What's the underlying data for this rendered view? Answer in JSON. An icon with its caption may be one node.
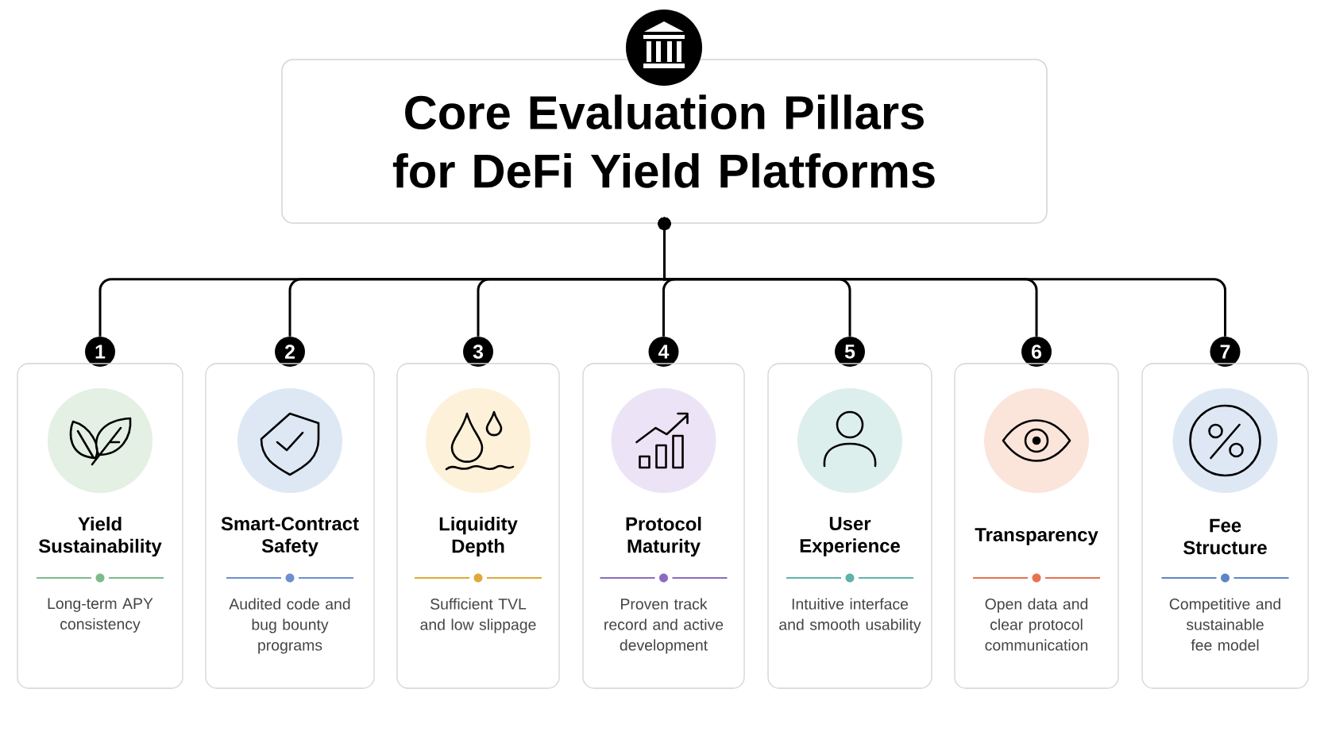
{
  "diagram": {
    "nodes": [
      {
        "text": [
          "Core Evaluation Pillars for DeFi Yield Platforms"
        ]
      },
      {
        "text": [
          "1"
        ]
      },
      {
        "text": [
          "Yield Sustainability",
          "Long-term APY consistency"
        ]
      },
      {
        "text": [
          "2"
        ]
      },
      {
        "text": [
          "Smart-Contract Safety",
          "Audited code and bug bounty programs"
        ]
      },
      {
        "text": [
          "3"
        ]
      },
      {
        "text": [
          "Liquidity Depth",
          "Sufficient TVL and low slippage"
        ]
      },
      {
        "text": [
          "4"
        ]
      },
      {
        "text": [
          "Protocol Maturity",
          "Proven track record and active development"
        ]
      },
      {
        "text": [
          "5"
        ]
      },
      {
        "text": [
          "User Experience",
          "Intuitive interface and smooth usability"
        ]
      },
      {
        "text": [
          "6"
        ]
      },
      {
        "text": [
          "Transparency",
          "Open data and clear protocol communication"
        ]
      },
      {
        "text": [
          "7"
        ]
      },
      {
        "text": [
          "Fee Structure",
          "Competitive and sustainable fee model"
        ]
      }
    ],
    "edges": [
      {
        "from": 0,
        "to": 1,
        "arrow": "other"
      },
      {
        "from": 0,
        "to": 3,
        "arrow": "other"
      },
      {
        "from": 0,
        "to": 5,
        "arrow": "other"
      },
      {
        "from": 0,
        "to": 7,
        "arrow": "other"
      },
      {
        "from": 0,
        "to": 9,
        "arrow": "other"
      },
      {
        "from": 0,
        "to": 11,
        "arrow": "other"
      },
      {
        "from": 0,
        "to": 13,
        "arrow": "other"
      }
    ]
  }
}
